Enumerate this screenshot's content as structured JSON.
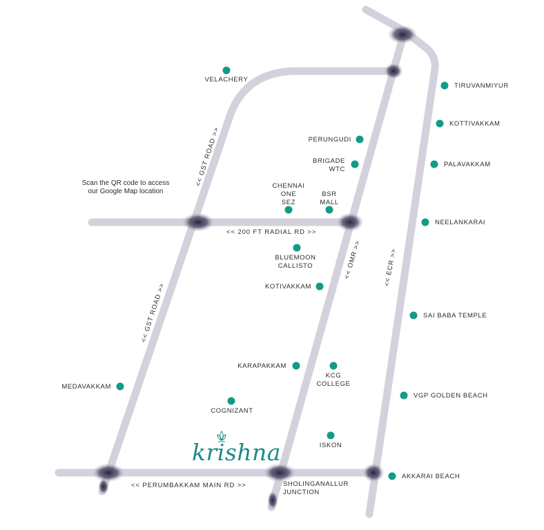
{
  "qr_caption": "Scan the QR code to access\nour Google Map location",
  "brand": "krishna",
  "roads": {
    "radial": "<<  200 FT RADIAL RD  >>",
    "perumbakkam": "<<  PERUMBAKKAM MAIN RD  >>",
    "gst_upper": "<<  GST ROAD  >>",
    "gst_lower": "<<  GST ROAD  >>",
    "omr": "<<  OMR  >>",
    "ecr": "<<  ECR  >>"
  },
  "places": {
    "velachery": "VELACHERY",
    "perungudi": "PERUNGUDI",
    "brigade_wtc": "BRIGADE\nWTC",
    "chennai_one_sez": "CHENNAI\nONE\nSEZ",
    "bsr_mall": "BSR\nMALL",
    "bluemoon_callisto": "BLUEMOON\nCALLISTO",
    "kotivakkam": "KOTIVAKKAM",
    "karapakkam": "KARAPAKKAM",
    "kcg_college": "KCG\nCOLLEGE",
    "medavakkam": "MEDAVAKKAM",
    "cognizant": "COGNIZANT",
    "iskon": "ISKON",
    "sholinganallur_junction": "SHOLINGANALLUR\nJUNCTION",
    "tiruvanmiyur": "TIRUVANMIYUR",
    "kottivakkam": "KOTTIVAKKAM",
    "palavakkam": "PALAVAKKAM",
    "neelankarai": "NEELANKARAI",
    "sai_baba_temple": "SAI BABA TEMPLE",
    "vgp_golden_beach": "VGP GOLDEN BEACH",
    "akkarai_beach": "AKKARAI BEACH"
  },
  "colors": {
    "road": "#d3d2dc",
    "junction": "#2c2442",
    "marker": "#129b86",
    "brand": "#1b8b8a"
  }
}
